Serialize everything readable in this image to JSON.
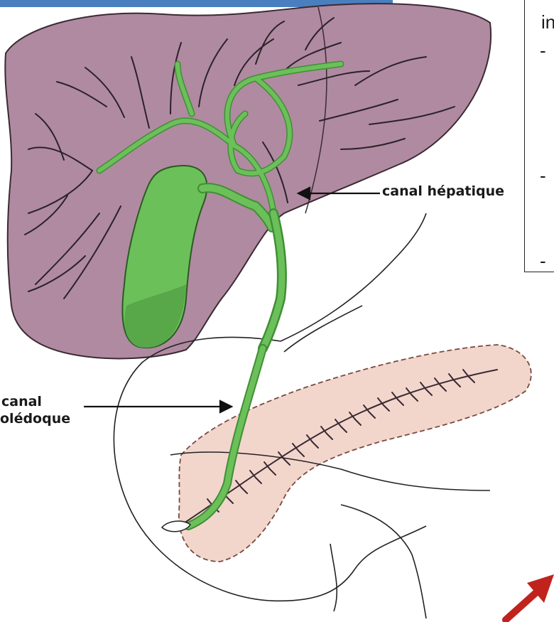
{
  "labels": {
    "hepatic_duct": "canal hépatique",
    "common_bile_duct_line1": "canal",
    "common_bile_duct_line2": "olédoque"
  },
  "text_panel": {
    "heading": "in",
    "bullets": [
      "-",
      "-",
      "-"
    ]
  },
  "colors": {
    "liver": "#b08aa1",
    "liver_dark": "#9a7088",
    "bile_ducts": "#6cc05a",
    "bile_ducts_dark": "#3f8f34",
    "gallbladder": "#6cc05a",
    "pancreas": "#f2d6cc",
    "accent_bar": "#4a7fbf",
    "arrow_red": "#c0231d"
  }
}
